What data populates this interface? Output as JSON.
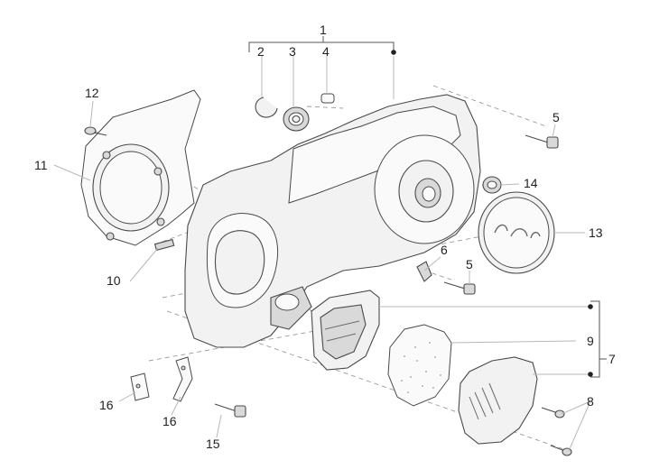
{
  "callouts": [
    {
      "id": "c1",
      "label": "1"
    },
    {
      "id": "c2",
      "label": "2"
    },
    {
      "id": "c3",
      "label": "3"
    },
    {
      "id": "c4",
      "label": "4"
    },
    {
      "id": "c5a",
      "label": "5"
    },
    {
      "id": "c5b",
      "label": "5"
    },
    {
      "id": "c6",
      "label": "6"
    },
    {
      "id": "c7",
      "label": "7"
    },
    {
      "id": "c8",
      "label": "8"
    },
    {
      "id": "c9",
      "label": "9"
    },
    {
      "id": "c10",
      "label": "10"
    },
    {
      "id": "c11",
      "label": "11"
    },
    {
      "id": "c12",
      "label": "12"
    },
    {
      "id": "c13",
      "label": "13"
    },
    {
      "id": "c14",
      "label": "14"
    },
    {
      "id": "c15",
      "label": "15"
    },
    {
      "id": "c16a",
      "label": "16"
    },
    {
      "id": "c16b",
      "label": "16"
    }
  ]
}
